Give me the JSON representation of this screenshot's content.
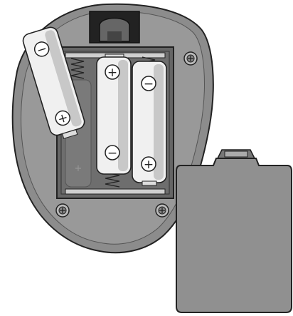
{
  "title": "",
  "colors": {
    "housing": "#8c8c8c",
    "housing_inner": "#999999",
    "compartment": "#666666",
    "battery_body": "#f0f0f0",
    "battery_shade": "#c8c8c8",
    "outline": "#222222",
    "cover": "#909090",
    "contact": "#cfcfcf",
    "background": "#ffffff"
  },
  "battery_polarity": {
    "positive": "+",
    "negative": "−"
  },
  "parts": {
    "remote_housing": "housing",
    "battery_compartment": "compartment",
    "batteries_installed": 2,
    "battery_being_inserted": 1,
    "empty_slot_marker": "+",
    "screws": 3,
    "detached_cover": "cover"
  }
}
